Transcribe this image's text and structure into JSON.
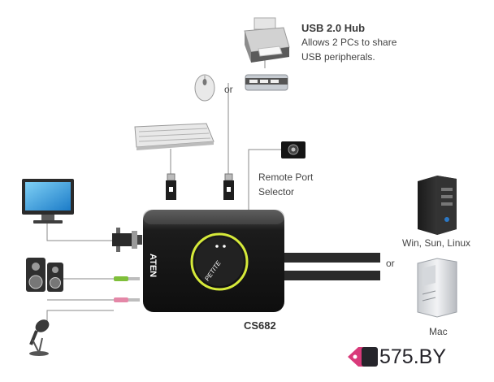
{
  "usb_hub": {
    "title": "USB 2.0 Hub",
    "line1": "Allows 2 PCs to share",
    "line2": "USB peripherals."
  },
  "or_labels": [
    "or",
    "or"
  ],
  "remote": {
    "line1": "Remote Port",
    "line2": "Selector"
  },
  "computers": {
    "pc_label": "Win, Sun, Linux",
    "mac_label": "Mac"
  },
  "device": {
    "brand": "ATEN",
    "model_badge": "PETITE",
    "model": "CS682"
  },
  "watermark": {
    "text": "575.BY"
  },
  "colors": {
    "ring_accent": "#d6ea3a",
    "watermark_accent": "#d93a7a",
    "cable": "#2a2a2a",
    "line": "#8a8a8a"
  }
}
